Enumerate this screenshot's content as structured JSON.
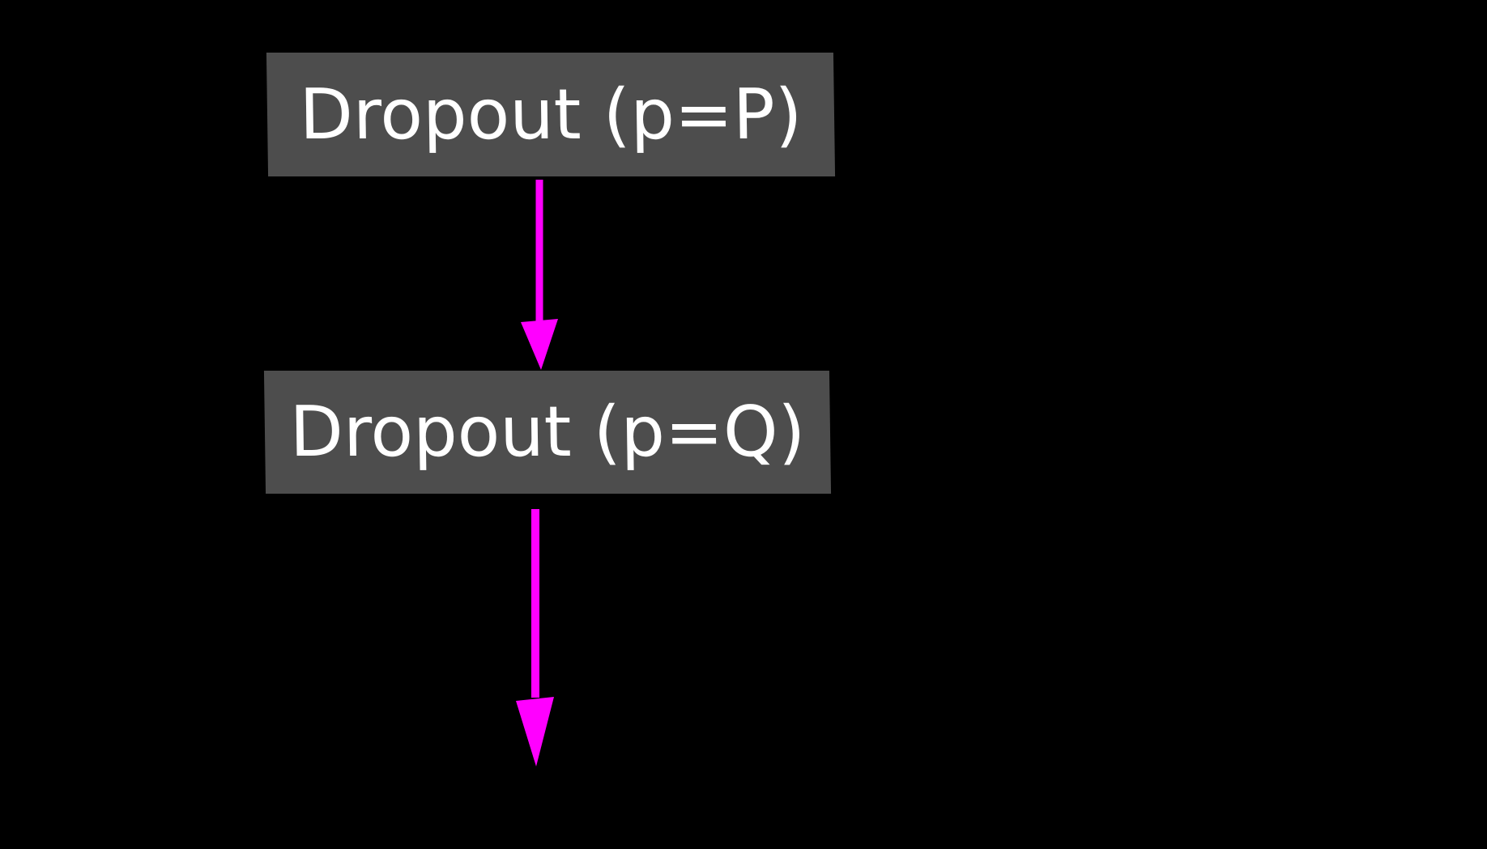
{
  "diagram": {
    "nodes": [
      {
        "id": "dropout-p",
        "label": "Dropout (p=P)"
      },
      {
        "id": "dropout-q",
        "label": "Dropout (p=Q)"
      }
    ],
    "edges": [
      {
        "from": "dropout-p",
        "to": "dropout-q"
      },
      {
        "from": "dropout-q",
        "to": ""
      }
    ],
    "colors": {
      "background": "#000000",
      "node_fill": "#4d4d4d",
      "node_text": "#ffffff",
      "arrow": "#ff00ff"
    }
  }
}
